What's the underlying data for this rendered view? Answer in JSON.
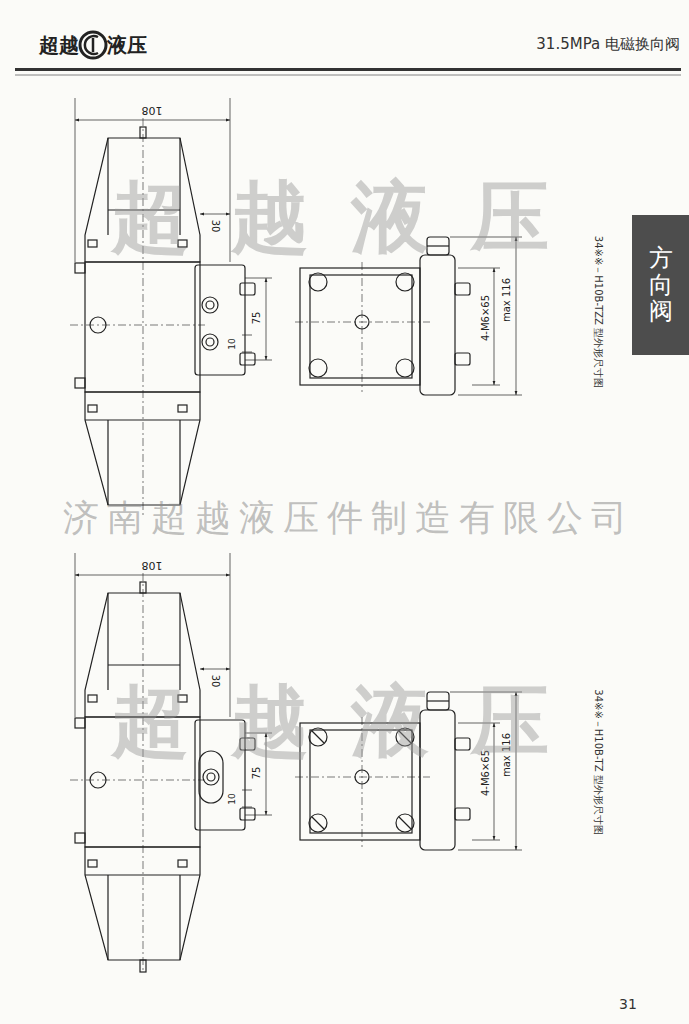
{
  "diagram": {
    "title": "31.5MPa 电磁换向阀",
    "nodes": [
      {
        "text": [
          "方向阀"
        ]
      }
    ],
    "labels": [
      "超越",
      "液压",
      "108",
      "30",
      "75",
      "10",
      "4-M6×65",
      "max 116",
      "34※※－H10B-TZZ 型外形尺寸图",
      "超越液压",
      "济南超越液压件制造有限公司",
      "108",
      "30",
      "75",
      "10",
      "4-M6×65",
      "max 116",
      "34※※－H10B-TZ 型外形尺寸图",
      "超越液压",
      "31"
    ]
  }
}
